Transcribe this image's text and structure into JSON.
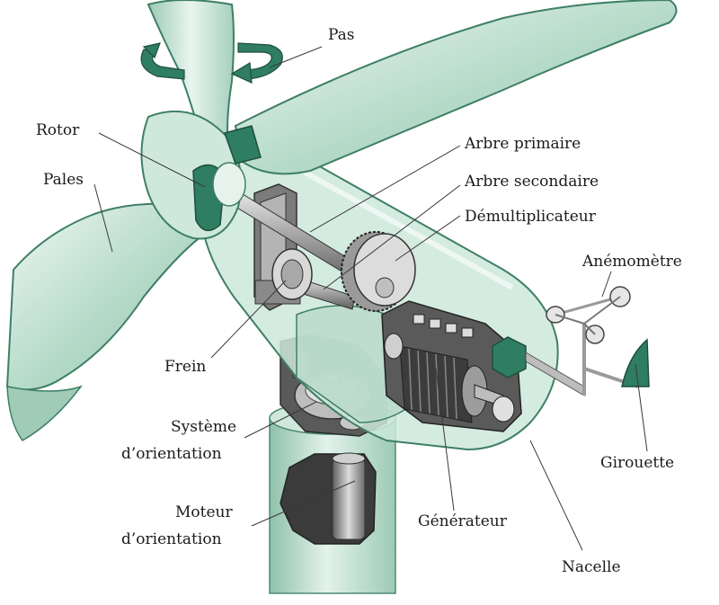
{
  "labels": {
    "pas": "Pas",
    "rotor": "Rotor",
    "pales": "Pales",
    "arbre_primaire": "Arbre primaire",
    "arbre_secondaire": "Arbre secondaire",
    "demultiplicateur": "Démultiplicateur",
    "anemometre": "Anémomètre",
    "frein": "Frein",
    "systeme_1": "Système",
    "systeme_2": "d’orientation",
    "moteur_1": "Moteur",
    "moteur_2": "d’orientation",
    "generateur": "Générateur",
    "girouette": "Girouette",
    "nacelle": "Nacelle"
  },
  "colors": {
    "blade_light": "#dcefe6",
    "blade_mid": "#a9d2bf",
    "accent_green": "#2f7d62",
    "dark_green": "#1d5e48",
    "metal_light": "#d9d9d9",
    "metal_dark": "#6e6e6e"
  }
}
